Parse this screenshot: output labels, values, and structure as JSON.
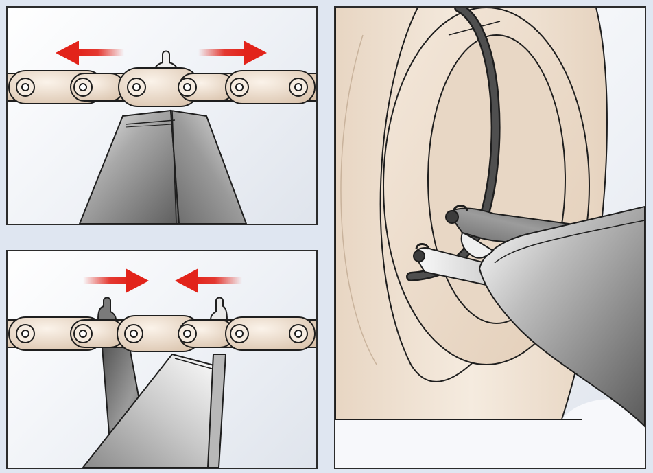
{
  "figure": {
    "panels": [
      {
        "id": "open",
        "icon": "chain-link-open-pliers",
        "arrows": "outward"
      },
      {
        "id": "close",
        "icon": "chain-link-close-pliers",
        "arrows": "inward"
      },
      {
        "id": "ring",
        "icon": "snap-ring-pliers"
      }
    ],
    "colors": {
      "arrow_red": "#e2231a",
      "chain_plate": "#e8d6c3",
      "pliers_gray": "#8c8c8c",
      "wheel_tan": "#ecdccc",
      "outline": "#1e1e1e",
      "background": "#e9edf4"
    }
  }
}
